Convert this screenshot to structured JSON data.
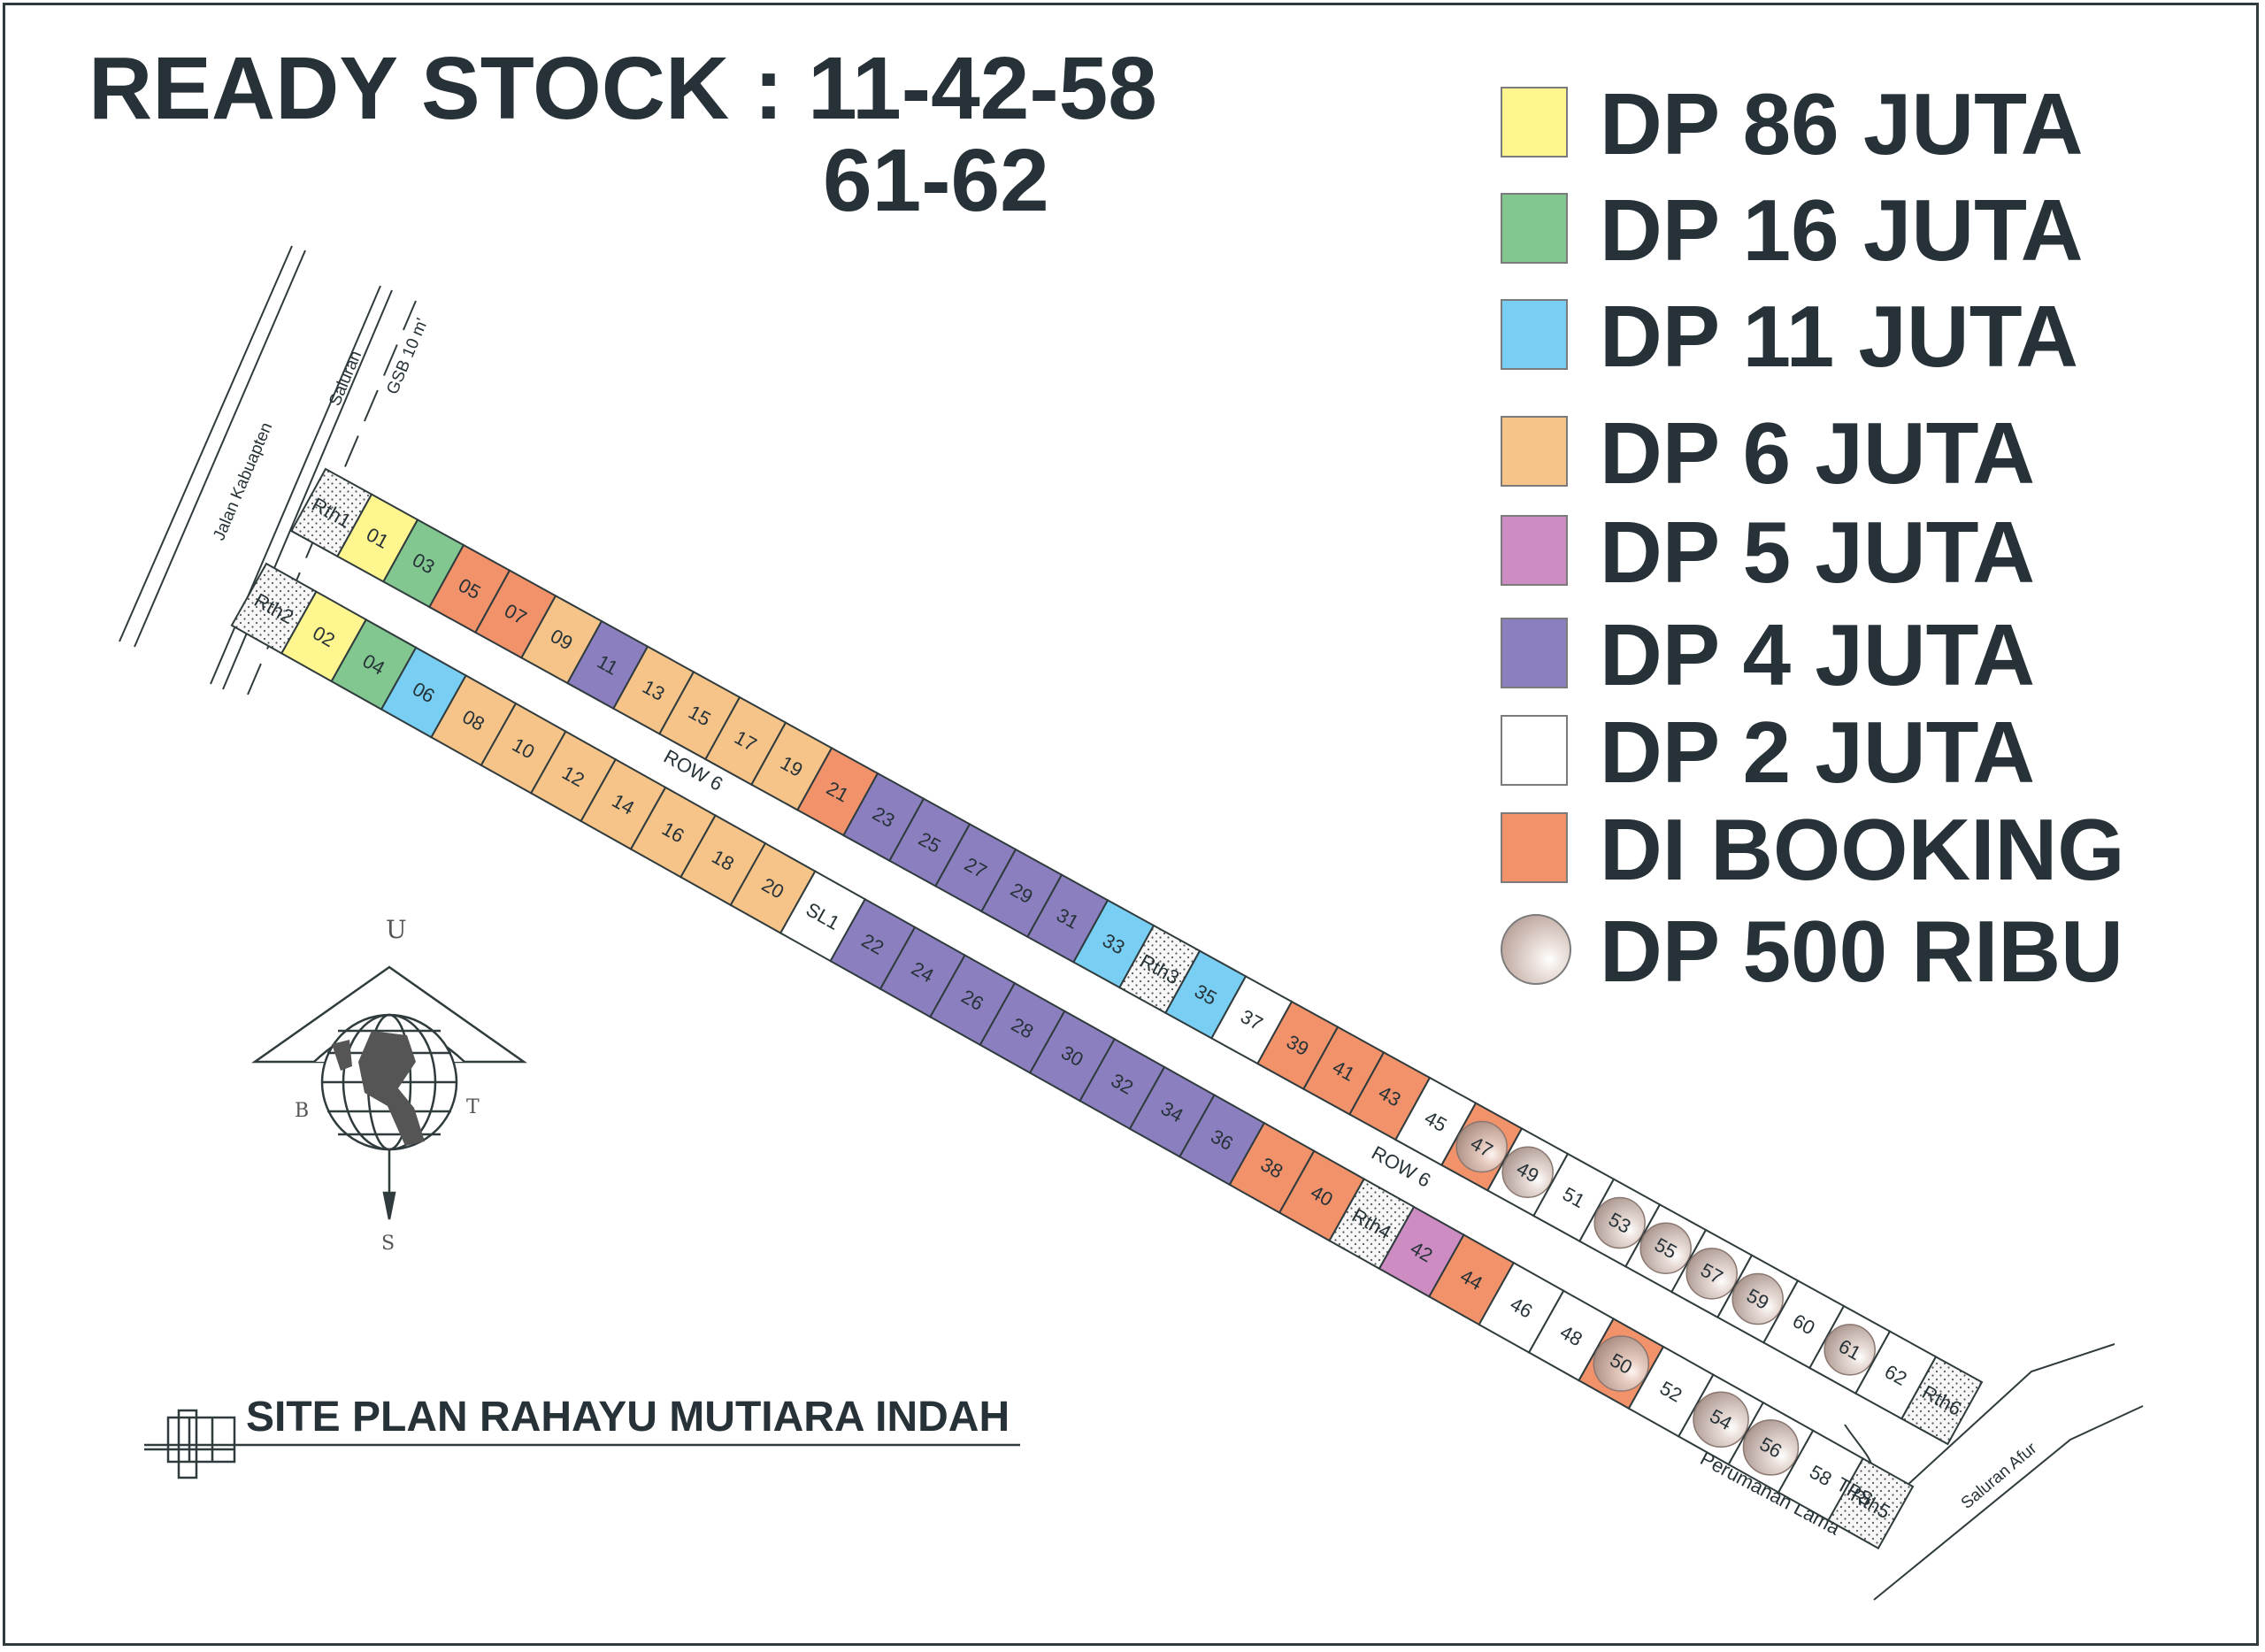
{
  "title": {
    "line1": "READY STOCK : 11-42-58",
    "line2": "61-62"
  },
  "legend": [
    {
      "color": "#fff68f",
      "label": "DP 86 JUTA"
    },
    {
      "color": "#82c790",
      "label": "DP 16 JUTA"
    },
    {
      "color": "#78cff3",
      "label": "DP 11 JUTA"
    },
    {
      "color": "#f6c388",
      "label": "DP 6 JUTA"
    },
    {
      "color": "#cd8dc3",
      "label": "DP 5 JUTA"
    },
    {
      "color": "#8b7fbf",
      "label": "DP 4 JUTA"
    },
    {
      "color": "#ffffff",
      "label": "DP 2 JUTA"
    },
    {
      "color": "#f2926a",
      "label": "DI BOOKING"
    },
    {
      "color": "#c9b6ae",
      "label": "DP 500 RIBU",
      "shape": "circle"
    }
  ],
  "colors": {
    "yellow": "#fff68f",
    "green": "#82c790",
    "blue": "#78cff3",
    "peach": "#f6c388",
    "pink": "#cd8dc3",
    "purple": "#8b7fbf",
    "white": "#ffffff",
    "booking": "#f2926a",
    "open_space": "#f1f1f1",
    "text": "#263238",
    "line": "#2f3b3d"
  },
  "lots": {
    "odd_row": [
      {
        "label": "Rth1",
        "status": "open_space"
      },
      {
        "label": "01",
        "status": "yellow"
      },
      {
        "label": "03",
        "status": "green"
      },
      {
        "label": "05",
        "status": "booking"
      },
      {
        "label": "07",
        "status": "booking"
      },
      {
        "label": "09",
        "status": "peach"
      },
      {
        "label": "11",
        "status": "purple"
      },
      {
        "label": "13",
        "status": "peach"
      },
      {
        "label": "15",
        "status": "peach"
      },
      {
        "label": "17",
        "status": "peach"
      },
      {
        "label": "19",
        "status": "peach"
      },
      {
        "label": "21",
        "status": "booking"
      },
      {
        "label": "23",
        "status": "purple"
      },
      {
        "label": "25",
        "status": "purple"
      },
      {
        "label": "27",
        "status": "purple"
      },
      {
        "label": "29",
        "status": "purple"
      },
      {
        "label": "31",
        "status": "purple"
      },
      {
        "label": "33",
        "status": "blue"
      },
      {
        "label": "Rth3",
        "status": "open_space"
      },
      {
        "label": "35",
        "status": "blue"
      },
      {
        "label": "37",
        "status": "white"
      },
      {
        "label": "39",
        "status": "booking"
      },
      {
        "label": "41",
        "status": "booking"
      },
      {
        "label": "43",
        "status": "booking"
      },
      {
        "label": "45",
        "status": "white"
      },
      {
        "label": "47",
        "status": "booking",
        "dp500": true
      },
      {
        "label": "49",
        "status": "white",
        "dp500": true
      },
      {
        "label": "51",
        "status": "white"
      },
      {
        "label": "53",
        "status": "white",
        "dp500": true
      },
      {
        "label": "55",
        "status": "white",
        "dp500": true
      },
      {
        "label": "57",
        "status": "white",
        "dp500": true
      },
      {
        "label": "59",
        "status": "white",
        "dp500": true
      },
      {
        "label": "60",
        "status": "white"
      },
      {
        "label": "61",
        "status": "white",
        "dp500": true
      },
      {
        "label": "62",
        "status": "white"
      },
      {
        "label": "Rth6",
        "status": "open_space"
      }
    ],
    "even_row": [
      {
        "label": "Rth2",
        "status": "open_space"
      },
      {
        "label": "02",
        "status": "yellow"
      },
      {
        "label": "04",
        "status": "green"
      },
      {
        "label": "06",
        "status": "blue"
      },
      {
        "label": "08",
        "status": "peach"
      },
      {
        "label": "10",
        "status": "peach"
      },
      {
        "label": "12",
        "status": "peach"
      },
      {
        "label": "14",
        "status": "peach"
      },
      {
        "label": "16",
        "status": "peach"
      },
      {
        "label": "18",
        "status": "peach"
      },
      {
        "label": "20",
        "status": "peach"
      },
      {
        "label": "SL1",
        "status": "white"
      },
      {
        "label": "22",
        "status": "purple"
      },
      {
        "label": "24",
        "status": "purple"
      },
      {
        "label": "26",
        "status": "purple"
      },
      {
        "label": "28",
        "status": "purple"
      },
      {
        "label": "30",
        "status": "purple"
      },
      {
        "label": "32",
        "status": "purple"
      },
      {
        "label": "34",
        "status": "purple"
      },
      {
        "label": "36",
        "status": "purple"
      },
      {
        "label": "38",
        "status": "booking"
      },
      {
        "label": "40",
        "status": "booking"
      },
      {
        "label": "Rth4",
        "status": "open_space"
      },
      {
        "label": "42",
        "status": "pink"
      },
      {
        "label": "44",
        "status": "booking"
      },
      {
        "label": "46",
        "status": "white"
      },
      {
        "label": "48",
        "status": "white"
      },
      {
        "label": "50",
        "status": "booking",
        "dp500": true
      },
      {
        "label": "52",
        "status": "white"
      },
      {
        "label": "54",
        "status": "white",
        "dp500": true
      },
      {
        "label": "56",
        "status": "white",
        "dp500": true
      },
      {
        "label": "58",
        "status": "white"
      },
      {
        "label": "Rth5",
        "status": "open_space"
      }
    ]
  },
  "map_labels": {
    "row_upper": "ROW 6",
    "row_lower": "ROW 6",
    "road": "Jalan Kabuapten",
    "saluran": "Saluran",
    "gsb": "GSB 10 m'",
    "tps": "TPS",
    "perumahan_lama": "Perumahan Lama",
    "saluran_afur": "Saluran Afur"
  },
  "compass": {
    "north": "U",
    "south": "S",
    "west": "B",
    "east": "T"
  },
  "site_plan_title": "SITE PLAN RAHAYU MUTIARA INDAH"
}
